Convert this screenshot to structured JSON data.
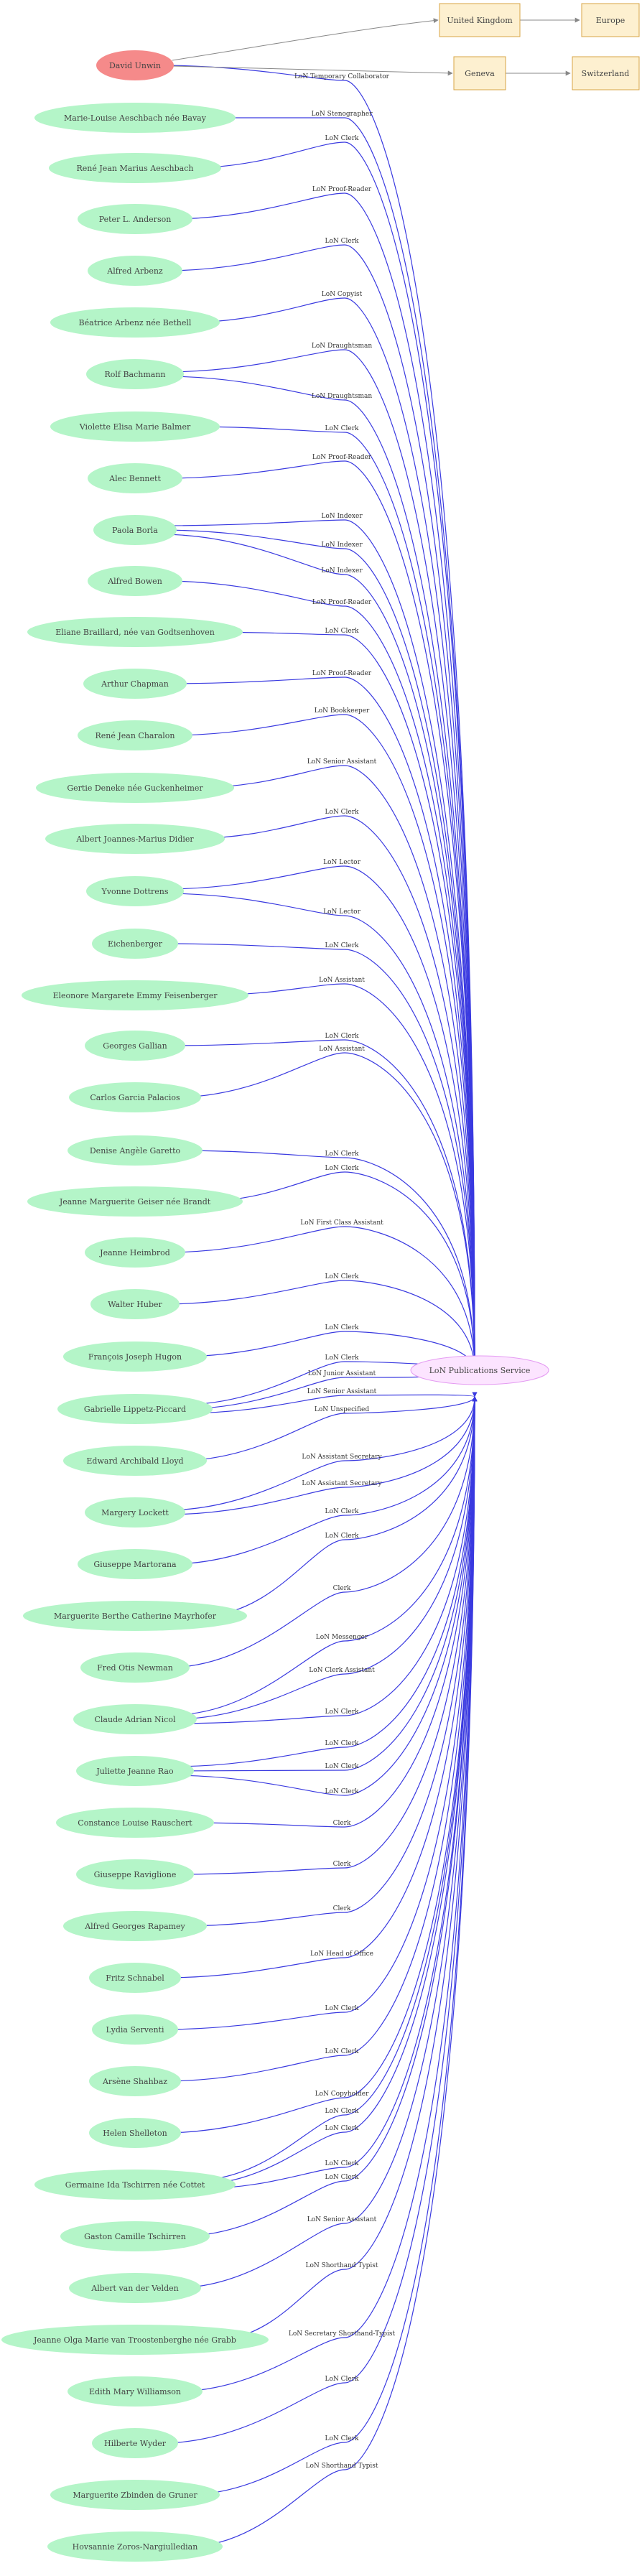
{
  "colors": {
    "person_fill": "#b4f5c8",
    "focus_person_fill": "#f58a8a",
    "org_fill": "#fdf0d0",
    "org_stroke": "#d8a446",
    "center_fill": "#fce4ff",
    "center_stroke": "#e49bf2",
    "blue_edge": "#3a3ae0",
    "gray_edge": "#888888"
  },
  "diagram": {
    "top_nodes": {
      "david": "David Unwin",
      "uk": "United Kingdom",
      "europe": "Europe",
      "geneva": "Geneva",
      "switzerland": "Switzerland"
    },
    "center_node": "LoN Publications Service",
    "edges": [
      {
        "person": "David Unwin",
        "role": "LoN Temporary Collaborator"
      },
      {
        "person": "Marie-Louise Aeschbach née Bavay",
        "role": "LoN Stenographer"
      },
      {
        "person": "René Jean Marius Aeschbach",
        "role": "LoN Clerk"
      },
      {
        "person": "Peter L. Anderson",
        "role": "LoN Proof-Reader"
      },
      {
        "person": "Alfred Arbenz",
        "role": "LoN Clerk"
      },
      {
        "person": "Béatrice Arbenz née Bethell",
        "role": "LoN Copyist"
      },
      {
        "person": "Rolf Bachmann",
        "role": "LoN Draughtsman"
      },
      {
        "person": "Rolf Bachmann",
        "role": "LoN Draughtsman"
      },
      {
        "person": "Violette Elisa Marie Balmer",
        "role": "LoN Clerk"
      },
      {
        "person": "Alec  Bennett",
        "role": "LoN Proof-Reader"
      },
      {
        "person": "Paola Borla",
        "role": "LoN Indexer"
      },
      {
        "person": "Paola Borla",
        "role": "LoN Indexer"
      },
      {
        "person": "Paola Borla",
        "role": "LoN Indexer"
      },
      {
        "person": "Alfred Bowen",
        "role": "LoN Proof-Reader"
      },
      {
        "person": "Eliane Braillard, née van Godtsenhoven",
        "role": "LoN Clerk"
      },
      {
        "person": "Arthur Chapman",
        "role": "LoN Proof-Reader"
      },
      {
        "person": "René Jean  Charalon",
        "role": "LoN Bookkeeper"
      },
      {
        "person": "Gertie  Deneke née Guckenheimer",
        "role": "LoN Senior Assistant"
      },
      {
        "person": "Albert Joannes-Marius  Didier",
        "role": "LoN Clerk"
      },
      {
        "person": "Yvonne Dottrens",
        "role": "LoN Lector"
      },
      {
        "person": "Yvonne Dottrens",
        "role": "LoN Lector"
      },
      {
        "person": "Eichenberger",
        "role": "LoN Clerk"
      },
      {
        "person": "Eleonore Margarete Emmy Feisenberger",
        "role": "LoN Assistant"
      },
      {
        "person": "Georges Gallian",
        "role": "LoN Clerk"
      },
      {
        "person": "Carlos Garcia Palacios",
        "role": "LoN Assistant"
      },
      {
        "person": "Denise Angèle Garetto",
        "role": "LoN Clerk"
      },
      {
        "person": "Jeanne Marguerite Geiser née Brandt",
        "role": "LoN Clerk"
      },
      {
        "person": "Jeanne Heimbrod",
        "role": "LoN First Class Assistant"
      },
      {
        "person": "Walter Huber",
        "role": "LoN Clerk"
      },
      {
        "person": "François Joseph Hugon",
        "role": "LoN Clerk"
      },
      {
        "person": "Gabrielle Lippetz-Piccard",
        "role": "LoN Clerk"
      },
      {
        "person": "Gabrielle Lippetz-Piccard",
        "role": "LoN Junior Assistant"
      },
      {
        "person": "Gabrielle Lippetz-Piccard",
        "role": "LoN Senior Assistant"
      },
      {
        "person": "Edward Archibald Lloyd",
        "role": "LoN Unspecified"
      },
      {
        "person": "Margery Lockett",
        "role": "LoN Assistant Secretary"
      },
      {
        "person": "Margery Lockett",
        "role": "LoN Assistant Secretary"
      },
      {
        "person": "Giuseppe Martorana",
        "role": "LoN Clerk"
      },
      {
        "person": "Marguerite Berthe Catherine Mayrhofer",
        "role": "LoN Clerk"
      },
      {
        "person": "Fred Otis Newman",
        "role": "Clerk"
      },
      {
        "person": "Claude Adrian Nicol",
        "role": "LoN Messenger"
      },
      {
        "person": "Claude Adrian Nicol",
        "role": "LoN Clerk Assistant"
      },
      {
        "person": "Claude Adrian Nicol",
        "role": "LoN Clerk"
      },
      {
        "person": "Juliette Jeanne Rao",
        "role": "LoN Clerk"
      },
      {
        "person": "Juliette Jeanne Rao",
        "role": "LoN Clerk"
      },
      {
        "person": "Juliette Jeanne Rao",
        "role": "LoN Clerk"
      },
      {
        "person": "Constance Louise Rauschert",
        "role": "Clerk"
      },
      {
        "person": "Giuseppe Raviglione",
        "role": "Clerk"
      },
      {
        "person": "Alfred Georges Rapamey",
        "role": "Clerk"
      },
      {
        "person": "Fritz Schnabel",
        "role": "LoN Head of Office"
      },
      {
        "person": "Lydia Serventi",
        "role": "LoN Clerk"
      },
      {
        "person": "Arsène Shahbaz",
        "role": "LoN Clerk"
      },
      {
        "person": "Helen Shelleton",
        "role": "LoN Copyholder"
      },
      {
        "person": "Germaine Ida Tschirren née Cottet",
        "role": "LoN Clerk"
      },
      {
        "person": "Germaine Ida Tschirren née Cottet",
        "role": "LoN Clerk"
      },
      {
        "person": "Germaine Ida Tschirren née Cottet",
        "role": "LoN Clerk"
      },
      {
        "person": "Gaston Camille  Tschirren",
        "role": "LoN Clerk"
      },
      {
        "person": "Albert van der Velden",
        "role": "LoN Senior Assistant"
      },
      {
        "person": "Jeanne Olga Marie van Troostenberghe née Grabb",
        "role": "LoN Shorthand Typist"
      },
      {
        "person": "Edith Mary Williamson",
        "role": "LoN Secretary Shorthand-Typist"
      },
      {
        "person": "Hilberte Wyder",
        "role": "LoN Clerk"
      },
      {
        "person": "Marguerite Zbinden de Gruner",
        "role": "LoN Clerk"
      },
      {
        "person": "Hovsannie Zoros-Nargiulledian",
        "role": "LoN Shorthand Typist"
      }
    ]
  }
}
